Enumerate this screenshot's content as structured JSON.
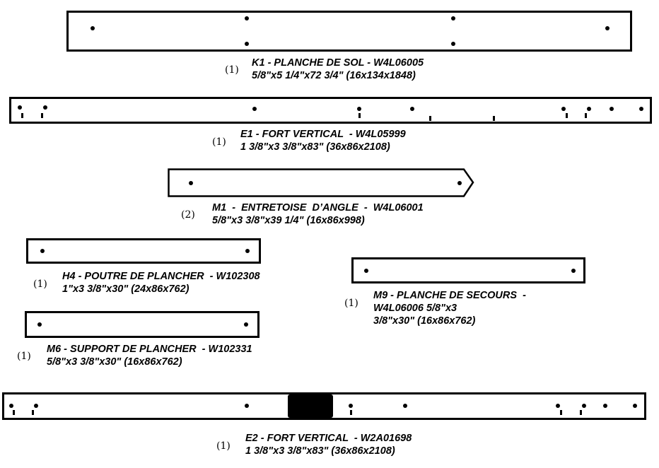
{
  "parts": [
    {
      "id": "K1",
      "qty": "(1)",
      "line1": "K1 - PLANCHE DE SOL - W4L06005",
      "line2": "5/8\"x5 1/4\"x72 3/4\" (16x134x1848)"
    },
    {
      "id": "E1",
      "qty": "(1)",
      "line1": "E1 - FORT VERTICAL  - W4L05999",
      "line2": "1 3/8\"x3 3/8\"x83\" (36x86x2108)"
    },
    {
      "id": "M1",
      "qty": "(2)",
      "line1": "M1  -  ENTRETOISE  D’ANGLE  -  W4L06001",
      "line2": "5/8\"x3 3/8\"x39 1/4\" (16x86x998)"
    },
    {
      "id": "H4",
      "qty": "(1)",
      "line1": "H4 - POUTRE DE PLANCHER  - W102308",
      "line2": "1\"x3 3/8\"x30\" (24x86x762)"
    },
    {
      "id": "M9",
      "qty": "(1)",
      "line1": "M9 - PLANCHE DE SECOURS  -",
      "line2": "W4L06006 5/8\"x3",
      "line3": "3/8\"x30\" (16x86x762)"
    },
    {
      "id": "M6",
      "qty": "(1)",
      "line1": "M6 - SUPPORT DE PLANCHER  - W102331",
      "line2": "5/8\"x3 3/8\"x30\" (16x86x762)"
    },
    {
      "id": "E2",
      "qty": "(1)",
      "line1": "E2 - FORT VERTICAL  - W2A01698",
      "line2": "1 3/8\"x3 3/8\"x83\" (36x86x2108)"
    }
  ]
}
